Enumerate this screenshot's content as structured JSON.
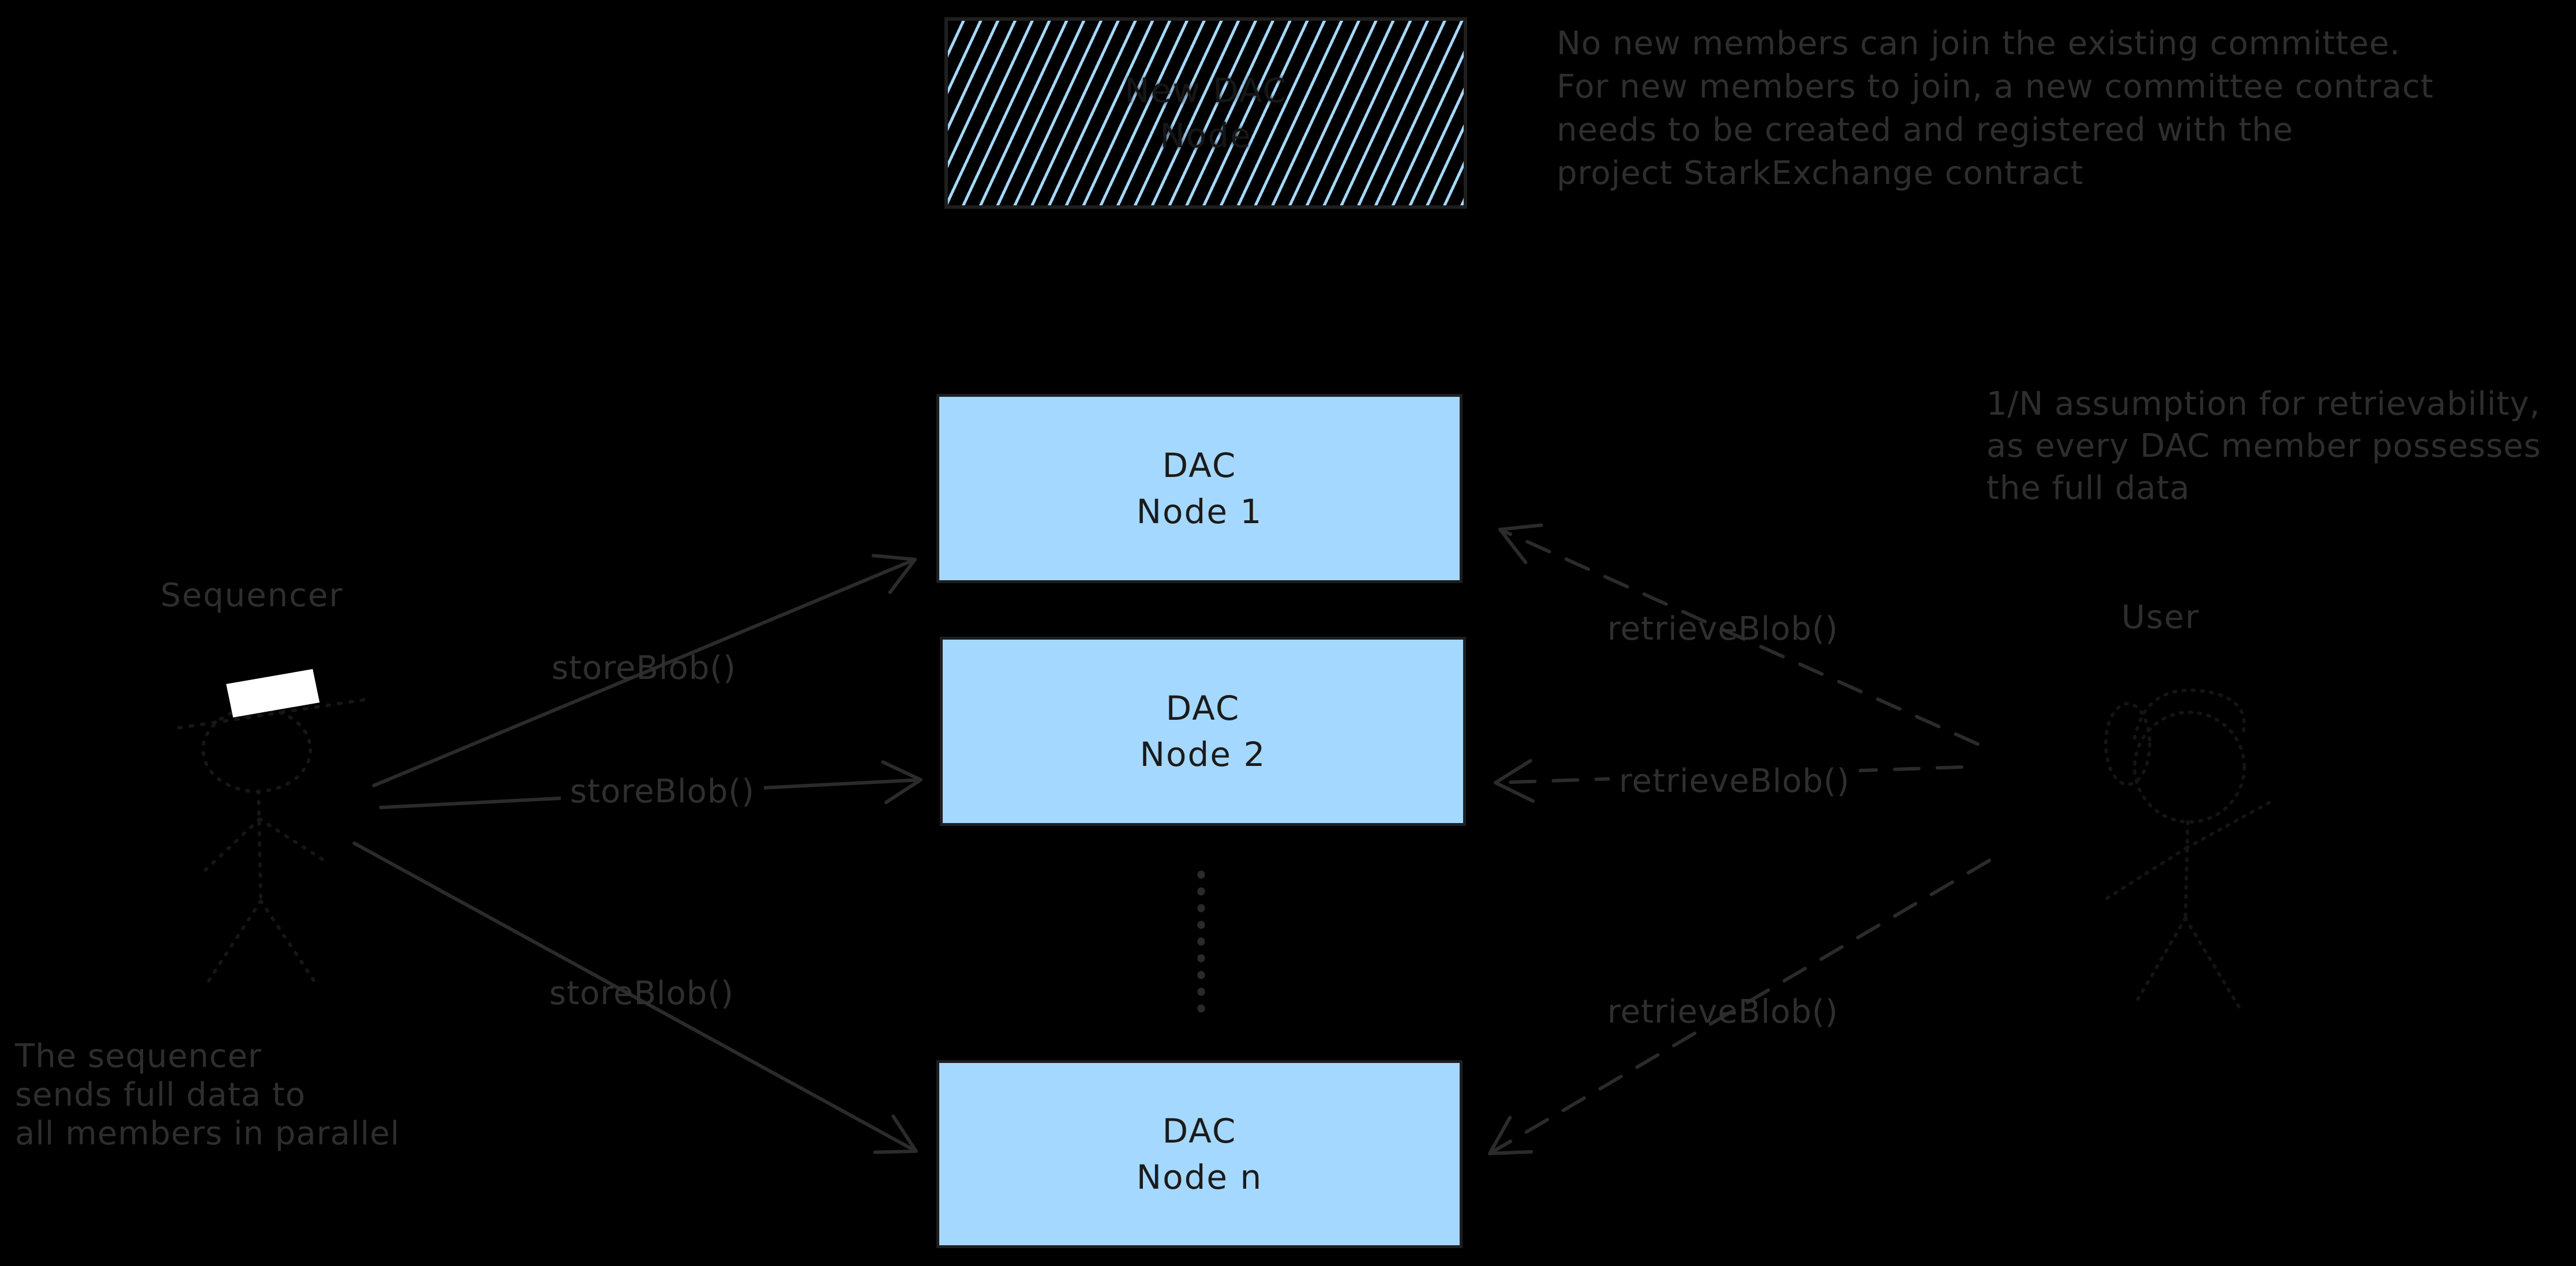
{
  "colors": {
    "background": "#000000",
    "node_fill": "#a5d8ff",
    "node_border": "#1f1f1f",
    "ink": "#2e2e2e",
    "line": "#2b2b2b",
    "hat": "#ffffff"
  },
  "hatch_box": {
    "line1": "New DAC",
    "line2": "Node"
  },
  "nodes": [
    {
      "line1": "DAC",
      "line2": "Node 1"
    },
    {
      "line1": "DAC",
      "line2": "Node 2"
    },
    {
      "line1": "DAC",
      "line2": "Node n"
    }
  ],
  "actors": {
    "sequencer": "Sequencer",
    "user": "User"
  },
  "edge_labels": {
    "store": "storeBlob()",
    "retrieve": "retrieveBlob()"
  },
  "notes": {
    "committee": [
      "No new members can join the existing committee.",
      "For new members to join, a new committee contract",
      "needs to be created and registered with the",
      "project StarkExchange contract"
    ],
    "retrievability": [
      "1/N assumption for retrievability,",
      "as every DAC member possesses",
      "the full data"
    ],
    "sequencer_parallel": [
      "The sequencer",
      "sends full data to",
      "all members in parallel"
    ]
  }
}
